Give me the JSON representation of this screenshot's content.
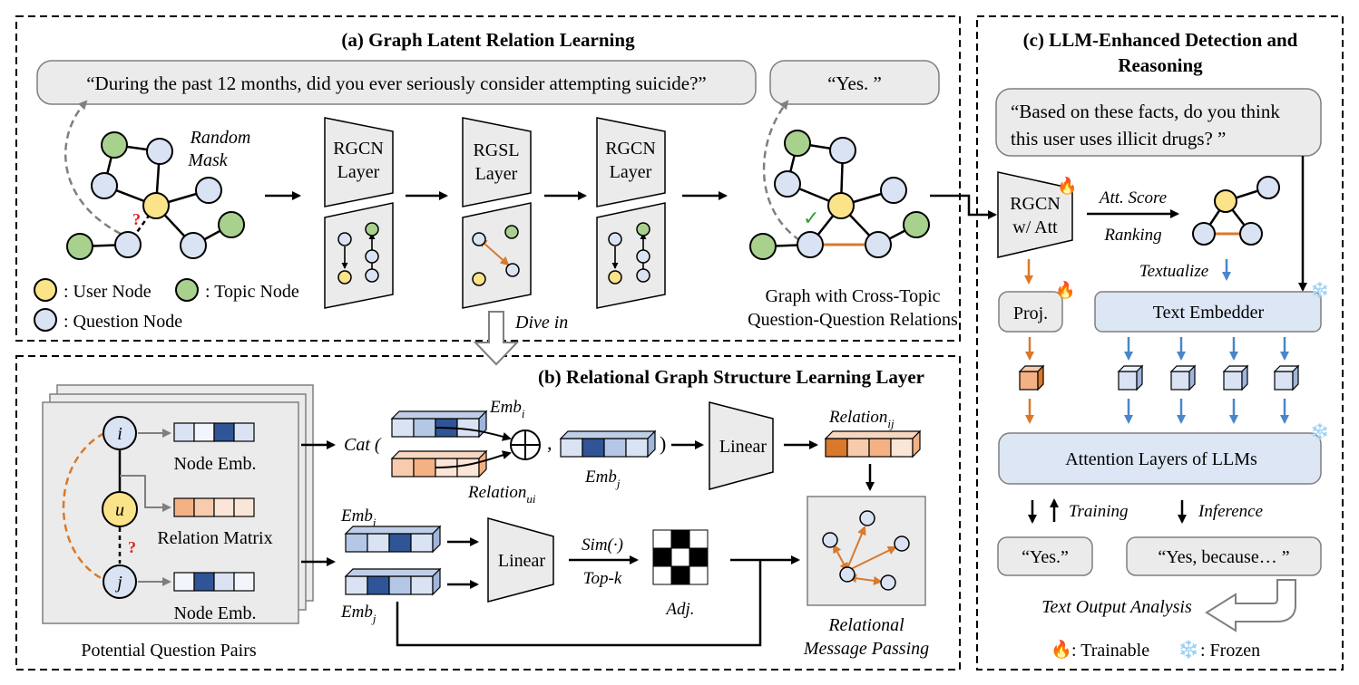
{
  "panel_a": {
    "title": "(a) Graph Latent Relation Learning",
    "question": "“During the past 12 months, did you ever seriously consider attempting suicide?”",
    "answer": "“Yes. ”",
    "random_mask": [
      "Random",
      "Mask"
    ],
    "question_mark": "?",
    "check_mark": "✓",
    "layers": [
      [
        "RGCN",
        "Layer"
      ],
      [
        "RGSL",
        "Layer"
      ],
      [
        "RGCN",
        "Layer"
      ]
    ],
    "legend": {
      "user": ": User Node",
      "topic": ": Topic Node",
      "question": ": Question Node"
    },
    "graph_caption": [
      "Graph with Cross-Topic",
      "Question-Question Relations"
    ],
    "dive_in": "Dive in"
  },
  "panel_b": {
    "title": "(b) Relational Graph Structure Learning Layer",
    "node_i": "i",
    "node_u": "u",
    "node_j": "j",
    "question_mark": "?",
    "node_emb_1": "Node Emb.",
    "relation_matrix": "Relation Matrix",
    "node_emb_2": "Node Emb.",
    "potential_pairs": "Potential Question Pairs",
    "cat": "Cat (",
    "comma": ",",
    "close": ")",
    "emb_i": "Emb",
    "emb_i_sub": "i",
    "emb_j": "Emb",
    "emb_j_sub": "j",
    "relation_ui": "Relation",
    "relation_ui_sub": "ui",
    "linear_1": "Linear",
    "relation_ij": "Relation",
    "relation_ij_sub": "ij",
    "emb_i_2": "Emb",
    "emb_i_2_sub": "i",
    "emb_j_2": "Emb",
    "emb_j_2_sub": "j",
    "linear_2": "Linear",
    "sim": "Sim(·)",
    "topk": "Top-k",
    "adj": "Adj.",
    "message_passing": [
      "Relational",
      "Message Passing"
    ]
  },
  "panel_c": {
    "title": [
      "(c) LLM-Enhanced Detection and",
      "Reasoning"
    ],
    "prompt": [
      "“Based on these facts, do you think",
      "this user uses illicit drugs? ”"
    ],
    "rgcn_att": [
      "RGCN",
      "w/ Att"
    ],
    "att_score": "Att. Score",
    "ranking": "Ranking",
    "textualize": "Textualize",
    "proj": "Proj.",
    "text_embedder": "Text Embedder",
    "attention_layers": "Attention Layers of LLMs",
    "training": "Training",
    "inference": "Inference",
    "out_train": "“Yes.”",
    "out_infer": "“Yes, because… ”",
    "output_analysis": "Text Output Analysis",
    "trainable": ": Trainable",
    "frozen": ": Frozen",
    "fire_icon": "🔥",
    "snow_icon": "❄️"
  },
  "colors": {
    "user_node": "#FBE38A",
    "topic_node": "#A9D18E",
    "question_node": "#DAE3F3",
    "orange": "#D9792B",
    "blue_arrow": "#4A86C8",
    "box_blue": "#DCE6F4",
    "gray_box": "#EBEBEB"
  }
}
